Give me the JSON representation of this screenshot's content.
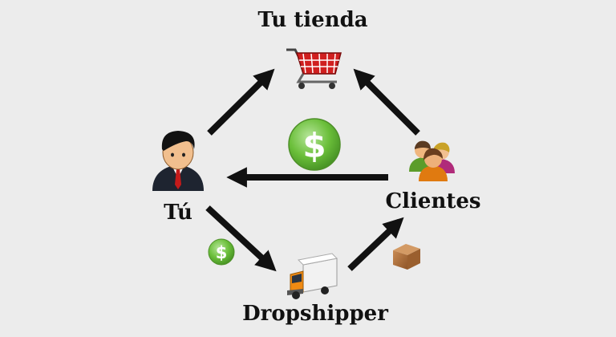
{
  "nodes": {
    "store": {
      "label": "Tu tienda",
      "icon": "shopping-cart-icon"
    },
    "you": {
      "label": "Tú",
      "icon": "businessman-icon"
    },
    "customers": {
      "label": "Clientes",
      "icon": "customers-group-icon"
    },
    "dropshipper": {
      "label": "Dropshipper",
      "icon": "delivery-truck-icon"
    }
  },
  "icons": {
    "payment_large": "dollar-coin-icon",
    "payment_small": "dollar-coin-icon",
    "package": "package-box-icon"
  },
  "colors": {
    "background": "#ececec",
    "arrow": "#111111",
    "coin": "#6bbf3a",
    "cart": "#d01f1f",
    "truck_cab": "#f08a12",
    "box": "#b5733c",
    "suit": "#1e2430",
    "tie": "#c41a1a"
  }
}
